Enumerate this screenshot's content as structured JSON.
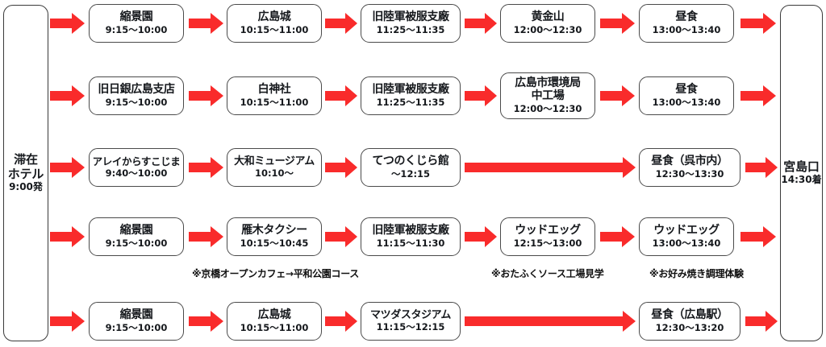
{
  "accent_color": "#F92B2B",
  "box_border_color": "#4a4a4a",
  "text_color": "#15181c",
  "origin": {
    "name_line1": "滞在",
    "name_line2": "ホテル",
    "time": "9:00発"
  },
  "destination": {
    "name": "宮島口",
    "time": "14:30着"
  },
  "routes": [
    {
      "id": "route-1",
      "stops": [
        {
          "name": "縮景園",
          "time": "9:15～10:00"
        },
        {
          "name": "広島城",
          "time": "10:15～11:00"
        },
        {
          "name": "旧陸軍被服支廠",
          "time": "11:25～11:35"
        },
        {
          "name": "黄金山",
          "time": "12:00～12:30"
        },
        {
          "name": "昼食",
          "time": "13:00～13:40"
        }
      ],
      "notes": []
    },
    {
      "id": "route-2",
      "stops": [
        {
          "name": "旧日銀広島支店",
          "time": "9:15～10:00"
        },
        {
          "name": "白神社",
          "time": "10:15～11:00"
        },
        {
          "name": "旧陸軍被服支廠",
          "time": "11:25～11:35"
        },
        {
          "name": "広島市環境局\n中工場",
          "time": "12:00～12:30"
        },
        {
          "name": "昼食",
          "time": "13:00～13:40"
        }
      ],
      "notes": []
    },
    {
      "id": "route-3",
      "stops": [
        {
          "name": "アレイからすこじま",
          "time": "9:40～10:00"
        },
        {
          "name": "大和ミュージアム",
          "time": "10:10～"
        },
        {
          "name": "てつのくじら館",
          "time": "～12:15"
        },
        {
          "name": "昼食（呉市内）",
          "time": "12:30～13:30"
        }
      ],
      "notes": []
    },
    {
      "id": "route-4",
      "stops": [
        {
          "name": "縮景園",
          "time": "9:15～10:00"
        },
        {
          "name": "雁木タクシー",
          "time": "10:15～10:45"
        },
        {
          "name": "旧陸軍被服支廠",
          "time": "11:15～11:30"
        },
        {
          "name": "ウッドエッグ",
          "time": "12:15～13:00"
        },
        {
          "name": "ウッドエッグ",
          "time": "13:00～13:40"
        }
      ],
      "notes": [
        "※京橋オープンカフェ→平和公園コース",
        "※おたふくソース工場見学",
        "※お好み焼き調理体験"
      ]
    },
    {
      "id": "route-5",
      "stops": [
        {
          "name": "縮景園",
          "time": "9:15～10:00"
        },
        {
          "name": "広島城",
          "time": "10:15～11:00"
        },
        {
          "name": "マツダスタジアム",
          "time": "11:15～12:15"
        },
        {
          "name": "昼食（広島駅）",
          "time": "12:30～13:20"
        }
      ],
      "notes": []
    }
  ]
}
